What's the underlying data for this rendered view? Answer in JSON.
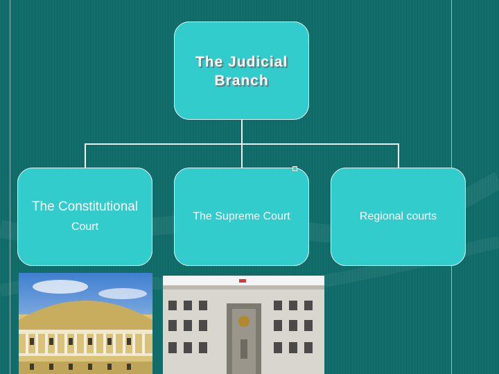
{
  "diagram": {
    "root": {
      "label": "The Judicial\nBranch"
    },
    "children": [
      {
        "label": "The Constitutional",
        "label2": "Court"
      },
      {
        "label": "The Supreme Court"
      },
      {
        "label": "Regional courts"
      }
    ]
  },
  "colors": {
    "background": "#0f6b68",
    "node_fill": "#33cccc",
    "node_border": "#e6f7f7",
    "connector": "#f2f2f2"
  },
  "photos": [
    {
      "icon": "constitutional-court-building-photo"
    },
    {
      "icon": "supreme-court-building-photo"
    }
  ]
}
